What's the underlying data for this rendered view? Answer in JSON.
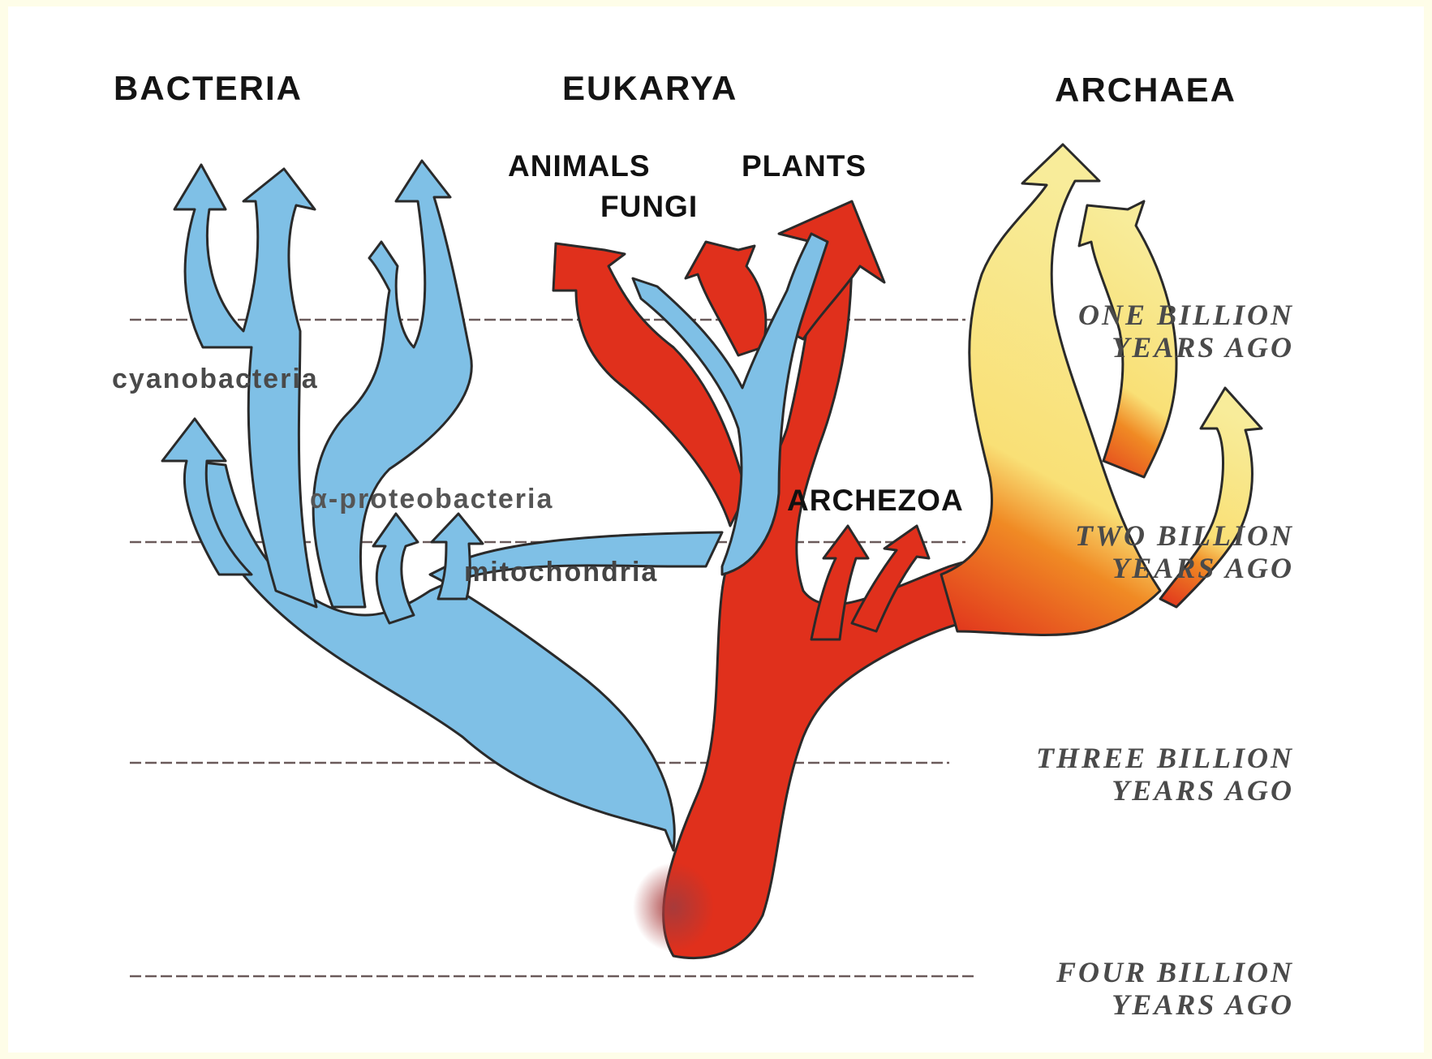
{
  "domains": {
    "bacteria": "BACTERIA",
    "eukarya": "EUKARYA",
    "archaea": "ARCHAEA"
  },
  "groups": {
    "animals": "ANIMALS",
    "fungi": "FUNGI",
    "plants": "PLANTS",
    "archezoa": "ARCHEZOA"
  },
  "taxa": {
    "cyanobacteria": "cyanobacteria",
    "proteobacteria": "α-proteobacteria",
    "mitochondria": "mitochondria"
  },
  "timescale": [
    {
      "line1": "ONE   BILLION",
      "line2": "YEARS AGO"
    },
    {
      "line1": "TWO   BILLION",
      "line2": "YEARS     AGO"
    },
    {
      "line1": "THREE   BILLION",
      "line2": "YEARS AGO"
    },
    {
      "line1": "FOUR   BILLION",
      "line2": "YEARS AGO"
    }
  ],
  "colors": {
    "bacteria": "#7fc0e6",
    "eukarya": "#e0301c",
    "archaea": "#f8ec9a",
    "root_blend": "#a83a3a",
    "outline": "#2a2a2a",
    "timeline": "#6a5a5a"
  }
}
